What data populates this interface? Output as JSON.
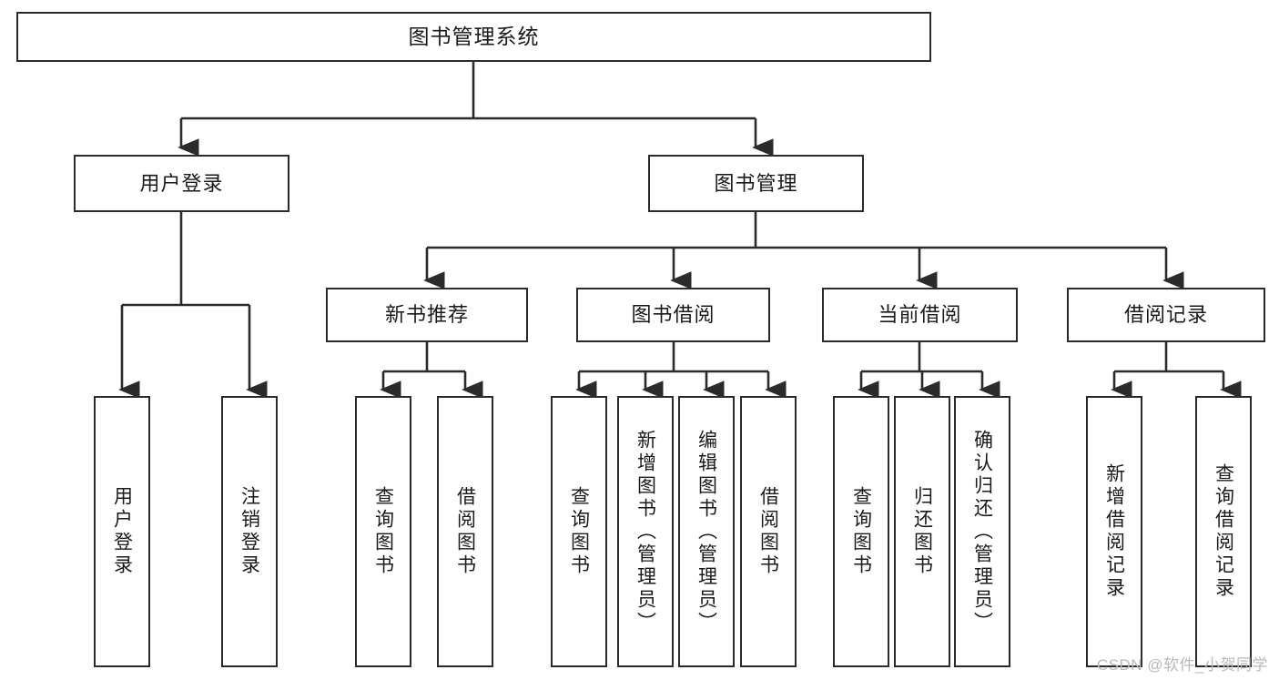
{
  "diagram": {
    "title": "图书管理系统",
    "type": "tree-hierarchy-diagram",
    "colors": {
      "box_border": "#2b2b2b",
      "box_fill": "#ffffff",
      "connector": "#2b2b2b",
      "text": "#1a1a1a",
      "watermark": "#b9b9b9",
      "background": "#ffffff"
    }
  },
  "nodes": {
    "root": {
      "label": "图书管理系统"
    },
    "level2": [
      {
        "label": "用户登录"
      },
      {
        "label": "图书管理"
      }
    ],
    "level3": [
      {
        "label": "新书推荐"
      },
      {
        "label": "图书借阅"
      },
      {
        "label": "当前借阅"
      },
      {
        "label": "借阅记录"
      }
    ],
    "leaves": {
      "user_login": [
        {
          "label": "用户登录"
        },
        {
          "label": "注销登录"
        }
      ],
      "new_book_recommend": [
        {
          "label": "查询图书"
        },
        {
          "label": "借阅图书"
        }
      ],
      "book_borrow": [
        {
          "label": "查询图书"
        },
        {
          "label": "新增图书（管理员）"
        },
        {
          "label": "编辑图书（管理员）"
        },
        {
          "label": "借阅图书"
        }
      ],
      "current_borrow": [
        {
          "label": "查询图书"
        },
        {
          "label": "归还图书"
        },
        {
          "label": "确认归还（管理员）"
        }
      ],
      "borrow_record": [
        {
          "label": "新增借阅记录"
        },
        {
          "label": "查询借阅记录"
        }
      ]
    }
  },
  "watermark": {
    "text": "CSDN @软件_小贺同学"
  }
}
